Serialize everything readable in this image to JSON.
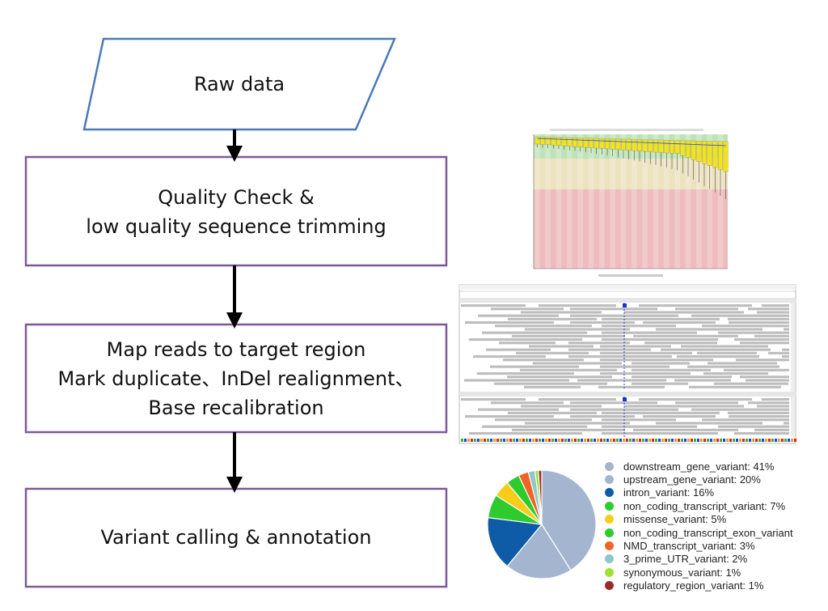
{
  "flow": {
    "step1": {
      "lines": [
        "Raw data"
      ]
    },
    "step2": {
      "lines": [
        "Quality Check &",
        "low quality sequence trimming"
      ]
    },
    "step3": {
      "lines": [
        "Map reads to target region",
        "Mark duplicate、InDel realignment、",
        "Base recalibration"
      ]
    },
    "step4": {
      "lines": [
        "Variant calling & annotation"
      ]
    }
  },
  "colors": {
    "parallelogram_border": "#4a7ab8",
    "box_border": "#7c5a98",
    "arrow": "#000000"
  },
  "icons": {
    "quality_plot": "fastqc-per-base-quality-thumbnail",
    "alignment_view": "genome-browser-alignment-thumbnail"
  },
  "chart_data": {
    "type": "pie",
    "labels": [
      "downstream_gene_variant: 41%",
      "upstream_gene_variant: 20%",
      "intron_variant: 16%",
      "non_coding_transcript_variant: 7%",
      "missense_variant: 5%",
      "non_coding_transcript_exon_variant",
      "NMD_transcript_variant: 3%",
      "3_prime_UTR_variant: 2%",
      "synonymous_variant: 1%",
      "regulatory_region_variant: 1%"
    ],
    "categories": [
      "downstream_gene_variant",
      "upstream_gene_variant",
      "intron_variant",
      "non_coding_transcript_variant",
      "missense_variant",
      "non_coding_transcript_exon_variant",
      "NMD_transcript_variant",
      "3_prime_UTR_variant",
      "synonymous_variant",
      "regulatory_region_variant"
    ],
    "values": [
      41,
      20,
      16,
      7,
      5,
      4,
      3,
      2,
      1,
      1
    ],
    "colors": [
      "#a4b6cf",
      "#a4b6cf",
      "#0e5ba8",
      "#2ecb2e",
      "#f7cd1a",
      "#2ecb2e",
      "#f06526",
      "#8ec6cc",
      "#a0e033",
      "#9b2b2b"
    ],
    "legend_position": "right"
  }
}
